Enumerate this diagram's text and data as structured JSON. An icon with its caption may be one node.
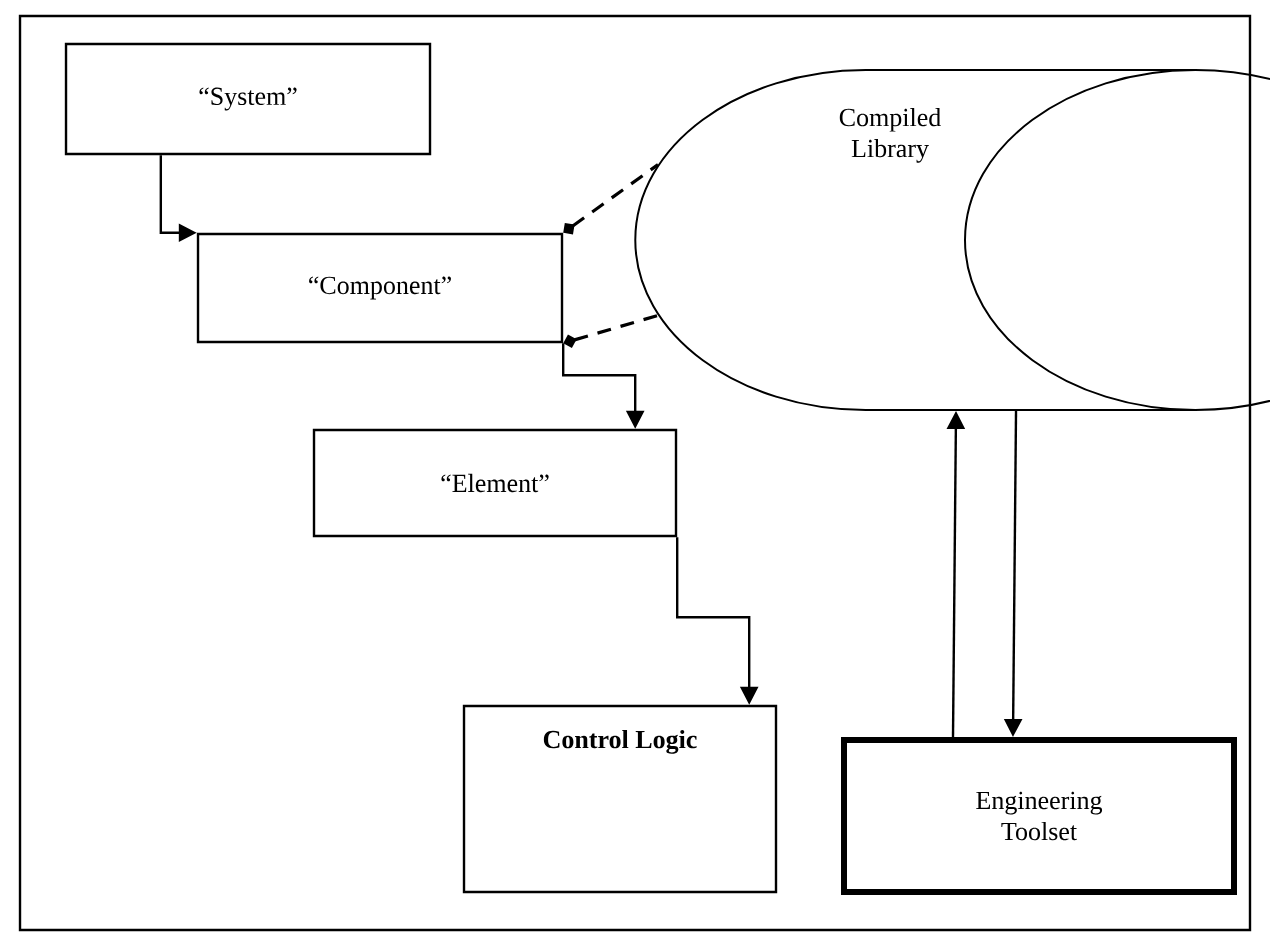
{
  "diagram": {
    "nodes": [
      {
        "text": [
          "“System”"
        ]
      },
      {
        "text": [
          "“Component”"
        ]
      },
      {
        "text": [
          "“Element”"
        ]
      },
      {
        "text": [
          "Control Logic"
        ]
      },
      {
        "text": [
          "Compiled Library"
        ]
      },
      {
        "text": [
          "Engineering Toolset"
        ]
      }
    ],
    "edges": [
      {
        "from": 0,
        "to": 1,
        "arrow": "to"
      },
      {
        "from": 1,
        "to": 2,
        "arrow": "to"
      },
      {
        "from": 1,
        "to": 4,
        "arrow": "other",
        "style": "dashed"
      },
      {
        "from": 1,
        "to": 4,
        "arrow": "other",
        "style": "dashed"
      },
      {
        "from": 2,
        "to": 3,
        "arrow": "to"
      },
      {
        "from": 5,
        "to": 4,
        "arrow": "to"
      },
      {
        "from": 4,
        "to": 5,
        "arrow": "to"
      }
    ]
  }
}
